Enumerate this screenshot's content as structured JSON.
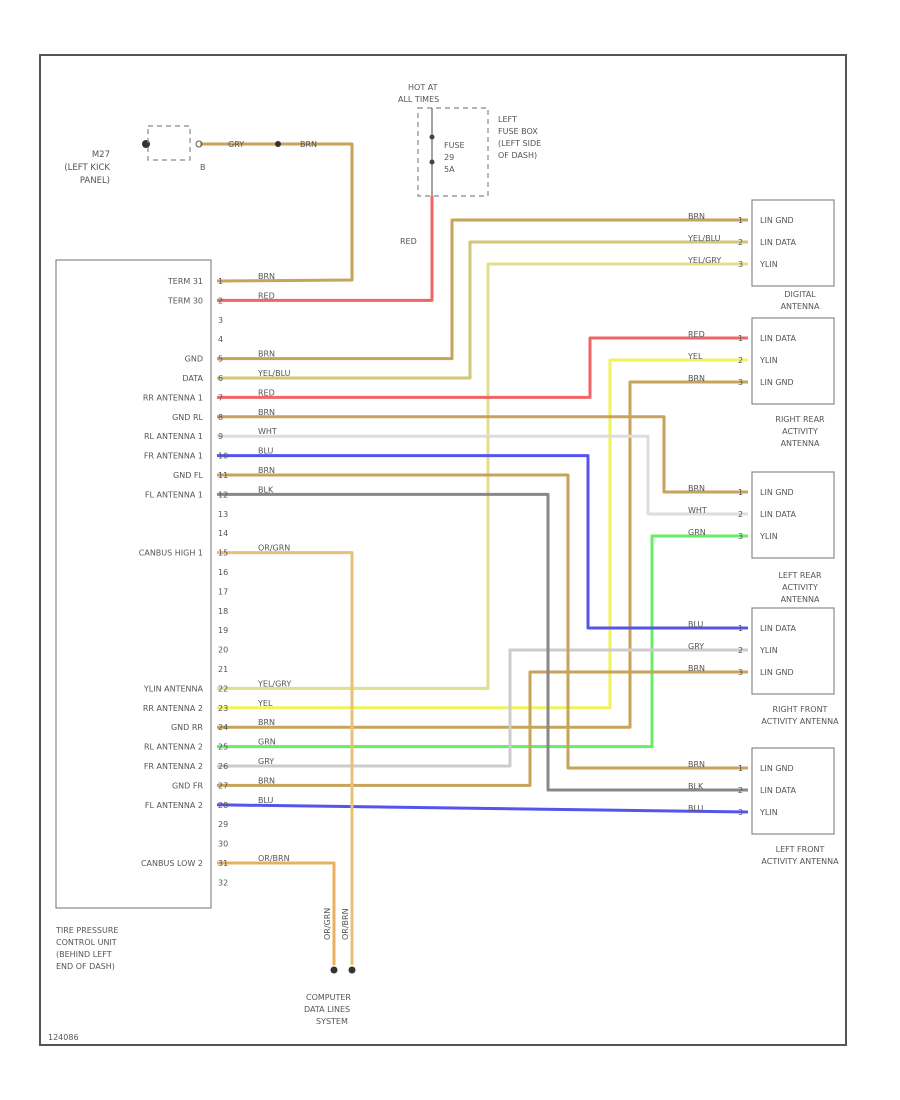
{
  "colors": {
    "BRN": "#c8a35a",
    "RED": "#ee6666",
    "YEL/BRN": "#d2c67a",
    "YEL/GRY": "#e0e08a",
    "YEL": "#f2f25a",
    "WHT": "#dddddd",
    "BLU": "#5555ee",
    "GRY": "#cccccc",
    "GRN": "#66ee66",
    "BLK": "#888888",
    "OR/GRN": "#e8c07a",
    "OR/BRN": "#e8b060",
    "GRN/BRN": "#d8ba70"
  },
  "labels": {
    "ground_id": "M27",
    "ground_loc": [
      "(LEFT KICK",
      "PANEL)"
    ],
    "ground_pin": "B",
    "hot_at": [
      "HOT AT",
      "ALL TIMES"
    ],
    "fuse": [
      "FUSE",
      "29",
      "5A"
    ],
    "fusebox": [
      "LEFT",
      "FUSE BOX",
      "(LEFT SIDE",
      "OF DASH)"
    ],
    "red_label": "RED",
    "ecu_name": [
      "TIRE PRESSURE",
      "CONTROL UNIT",
      "(BEHIND LEFT",
      "END OF DASH)"
    ],
    "can_dest": [
      "COMPUTER",
      "DATA LINES",
      "SYSTEM"
    ],
    "footer_code": "124086"
  },
  "ecu_pins": [
    {
      "name": "TERM 31",
      "pin": "1",
      "wire": "BRN"
    },
    {
      "name": "TERM 30",
      "pin": "2",
      "wire": "RED"
    },
    {
      "name": "",
      "pin": "3",
      "wire": ""
    },
    {
      "name": "",
      "pin": "4",
      "wire": ""
    },
    {
      "name": "GND",
      "pin": "5",
      "wire": "BRN"
    },
    {
      "name": "DATA",
      "pin": "6",
      "wire": "YEL/BLU"
    },
    {
      "name": "RR ANTENNA 1",
      "pin": "7",
      "wire": "RED"
    },
    {
      "name": "GND RL",
      "pin": "8",
      "wire": "BRN"
    },
    {
      "name": "RL ANTENNA 1",
      "pin": "9",
      "wire": "WHT"
    },
    {
      "name": "FR ANTENNA 1",
      "pin": "10",
      "wire": "BLU"
    },
    {
      "name": "GND FL",
      "pin": "11",
      "wire": "BRN"
    },
    {
      "name": "FL ANTENNA 1",
      "pin": "12",
      "wire": "BLK"
    },
    {
      "name": "",
      "pin": "13",
      "wire": ""
    },
    {
      "name": "",
      "pin": "14",
      "wire": ""
    },
    {
      "name": "CANBUS HIGH 1",
      "pin": "15",
      "wire": "OR/GRN"
    },
    {
      "name": "",
      "pin": "16",
      "wire": ""
    },
    {
      "name": "",
      "pin": "17",
      "wire": ""
    },
    {
      "name": "",
      "pin": "18",
      "wire": ""
    },
    {
      "name": "",
      "pin": "19",
      "wire": ""
    },
    {
      "name": "",
      "pin": "20",
      "wire": ""
    },
    {
      "name": "",
      "pin": "21",
      "wire": ""
    },
    {
      "name": "YLIN ANTENNA",
      "pin": "22",
      "wire": "YEL/GRY"
    },
    {
      "name": "RR ANTENNA 2",
      "pin": "23",
      "wire": "YEL"
    },
    {
      "name": "GND RR",
      "pin": "24",
      "wire": "BRN"
    },
    {
      "name": "RL ANTENNA 2",
      "pin": "25",
      "wire": "GRN"
    },
    {
      "name": "FR ANTENNA 2",
      "pin": "26",
      "wire": "GRY"
    },
    {
      "name": "GND FR",
      "pin": "27",
      "wire": "BRN"
    },
    {
      "name": "FL ANTENNA 2",
      "pin": "28",
      "wire": "BLU"
    },
    {
      "name": "",
      "pin": "29",
      "wire": ""
    },
    {
      "name": "",
      "pin": "30",
      "wire": ""
    },
    {
      "name": "CANBUS LOW 2",
      "pin": "31",
      "wire": "OR/BRN"
    },
    {
      "name": "",
      "pin": "32",
      "wire": ""
    }
  ],
  "antennas": [
    {
      "caption": [],
      "pins": [
        {
          "label": "LIN GND",
          "wire": "BRN",
          "pin": "1"
        },
        {
          "label": "LIN DATA",
          "wire": "YEL/BLU",
          "pin": "2"
        },
        {
          "label": "YLIN",
          "wire": "YEL/GRY",
          "pin": "3"
        }
      ]
    },
    {
      "caption": [
        "DIGITAL",
        "ANTENNA"
      ],
      "pins": [
        {
          "label": "LIN DATA",
          "wire": "RED",
          "pin": "1"
        },
        {
          "label": "YLIN",
          "wire": "YEL",
          "pin": "2"
        },
        {
          "label": "LIN GND",
          "wire": "BRN",
          "pin": "3"
        }
      ]
    },
    {
      "caption": [
        "RIGHT REAR",
        "ACTIVITY",
        "ANTENNA"
      ],
      "pins": [
        {
          "label": "LIN GND",
          "wire": "BRN",
          "pin": "1"
        },
        {
          "label": "LIN DATA",
          "wire": "WHT",
          "pin": "2"
        },
        {
          "label": "YLIN",
          "wire": "GRN",
          "pin": "3"
        }
      ]
    },
    {
      "caption": [
        "LEFT REAR",
        "ACTIVITY",
        "ANTENNA"
      ],
      "pins": [
        {
          "label": "LIN DATA",
          "wire": "BLU",
          "pin": "1"
        },
        {
          "label": "YLIN",
          "wire": "GRY",
          "pin": "2"
        },
        {
          "label": "LIN GND",
          "wire": "BRN",
          "pin": "3"
        }
      ]
    },
    {
      "caption": [
        "RIGHT FRONT",
        "ACTIVITY ANTENNA"
      ],
      "pins": [
        {
          "label": "LIN GND",
          "wire": "BRN",
          "pin": "1"
        },
        {
          "label": "LIN DATA",
          "wire": "BLK",
          "pin": "2"
        },
        {
          "label": "YLIN",
          "wire": "BLU",
          "pin": "3"
        }
      ]
    },
    {
      "caption": [
        "LEFT FRONT",
        "ACTIVITY ANTENNA"
      ],
      "pins": []
    }
  ],
  "ground_wires": [
    "GRY",
    "BRN"
  ],
  "can_wires": [
    "OR/GRN",
    "OR/BRN"
  ]
}
